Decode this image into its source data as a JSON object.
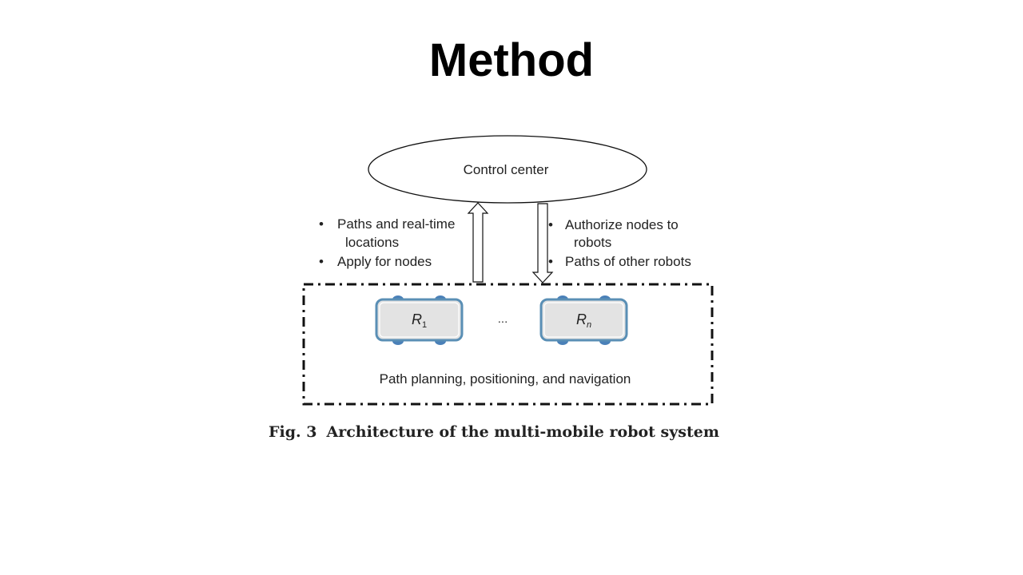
{
  "slide": {
    "title": "Method"
  },
  "diagram": {
    "control_center": "Control center",
    "left_bullets": {
      "bullet": "•",
      "line1": "Paths and real-time",
      "line1b": "locations",
      "line2": "Apply for nodes"
    },
    "right_bullets": {
      "bullet": "•",
      "line1": "Authorize nodes to",
      "line1b": "robots",
      "line2": "Paths of other robots"
    },
    "robots": [
      {
        "label": "R",
        "subscript": "1"
      },
      {
        "label": "R",
        "subscript": "n"
      }
    ],
    "ellipsis": "...",
    "robot_group_label": "Path planning, positioning, and navigation",
    "colors": {
      "robot_border": "#5a8fb5",
      "robot_fill": "#e3e3e3",
      "wheel": "#4a80b8",
      "line": "#111111"
    }
  },
  "caption": {
    "fig_label": "Fig. 3",
    "text": "Architecture of the multi-mobile robot system"
  }
}
